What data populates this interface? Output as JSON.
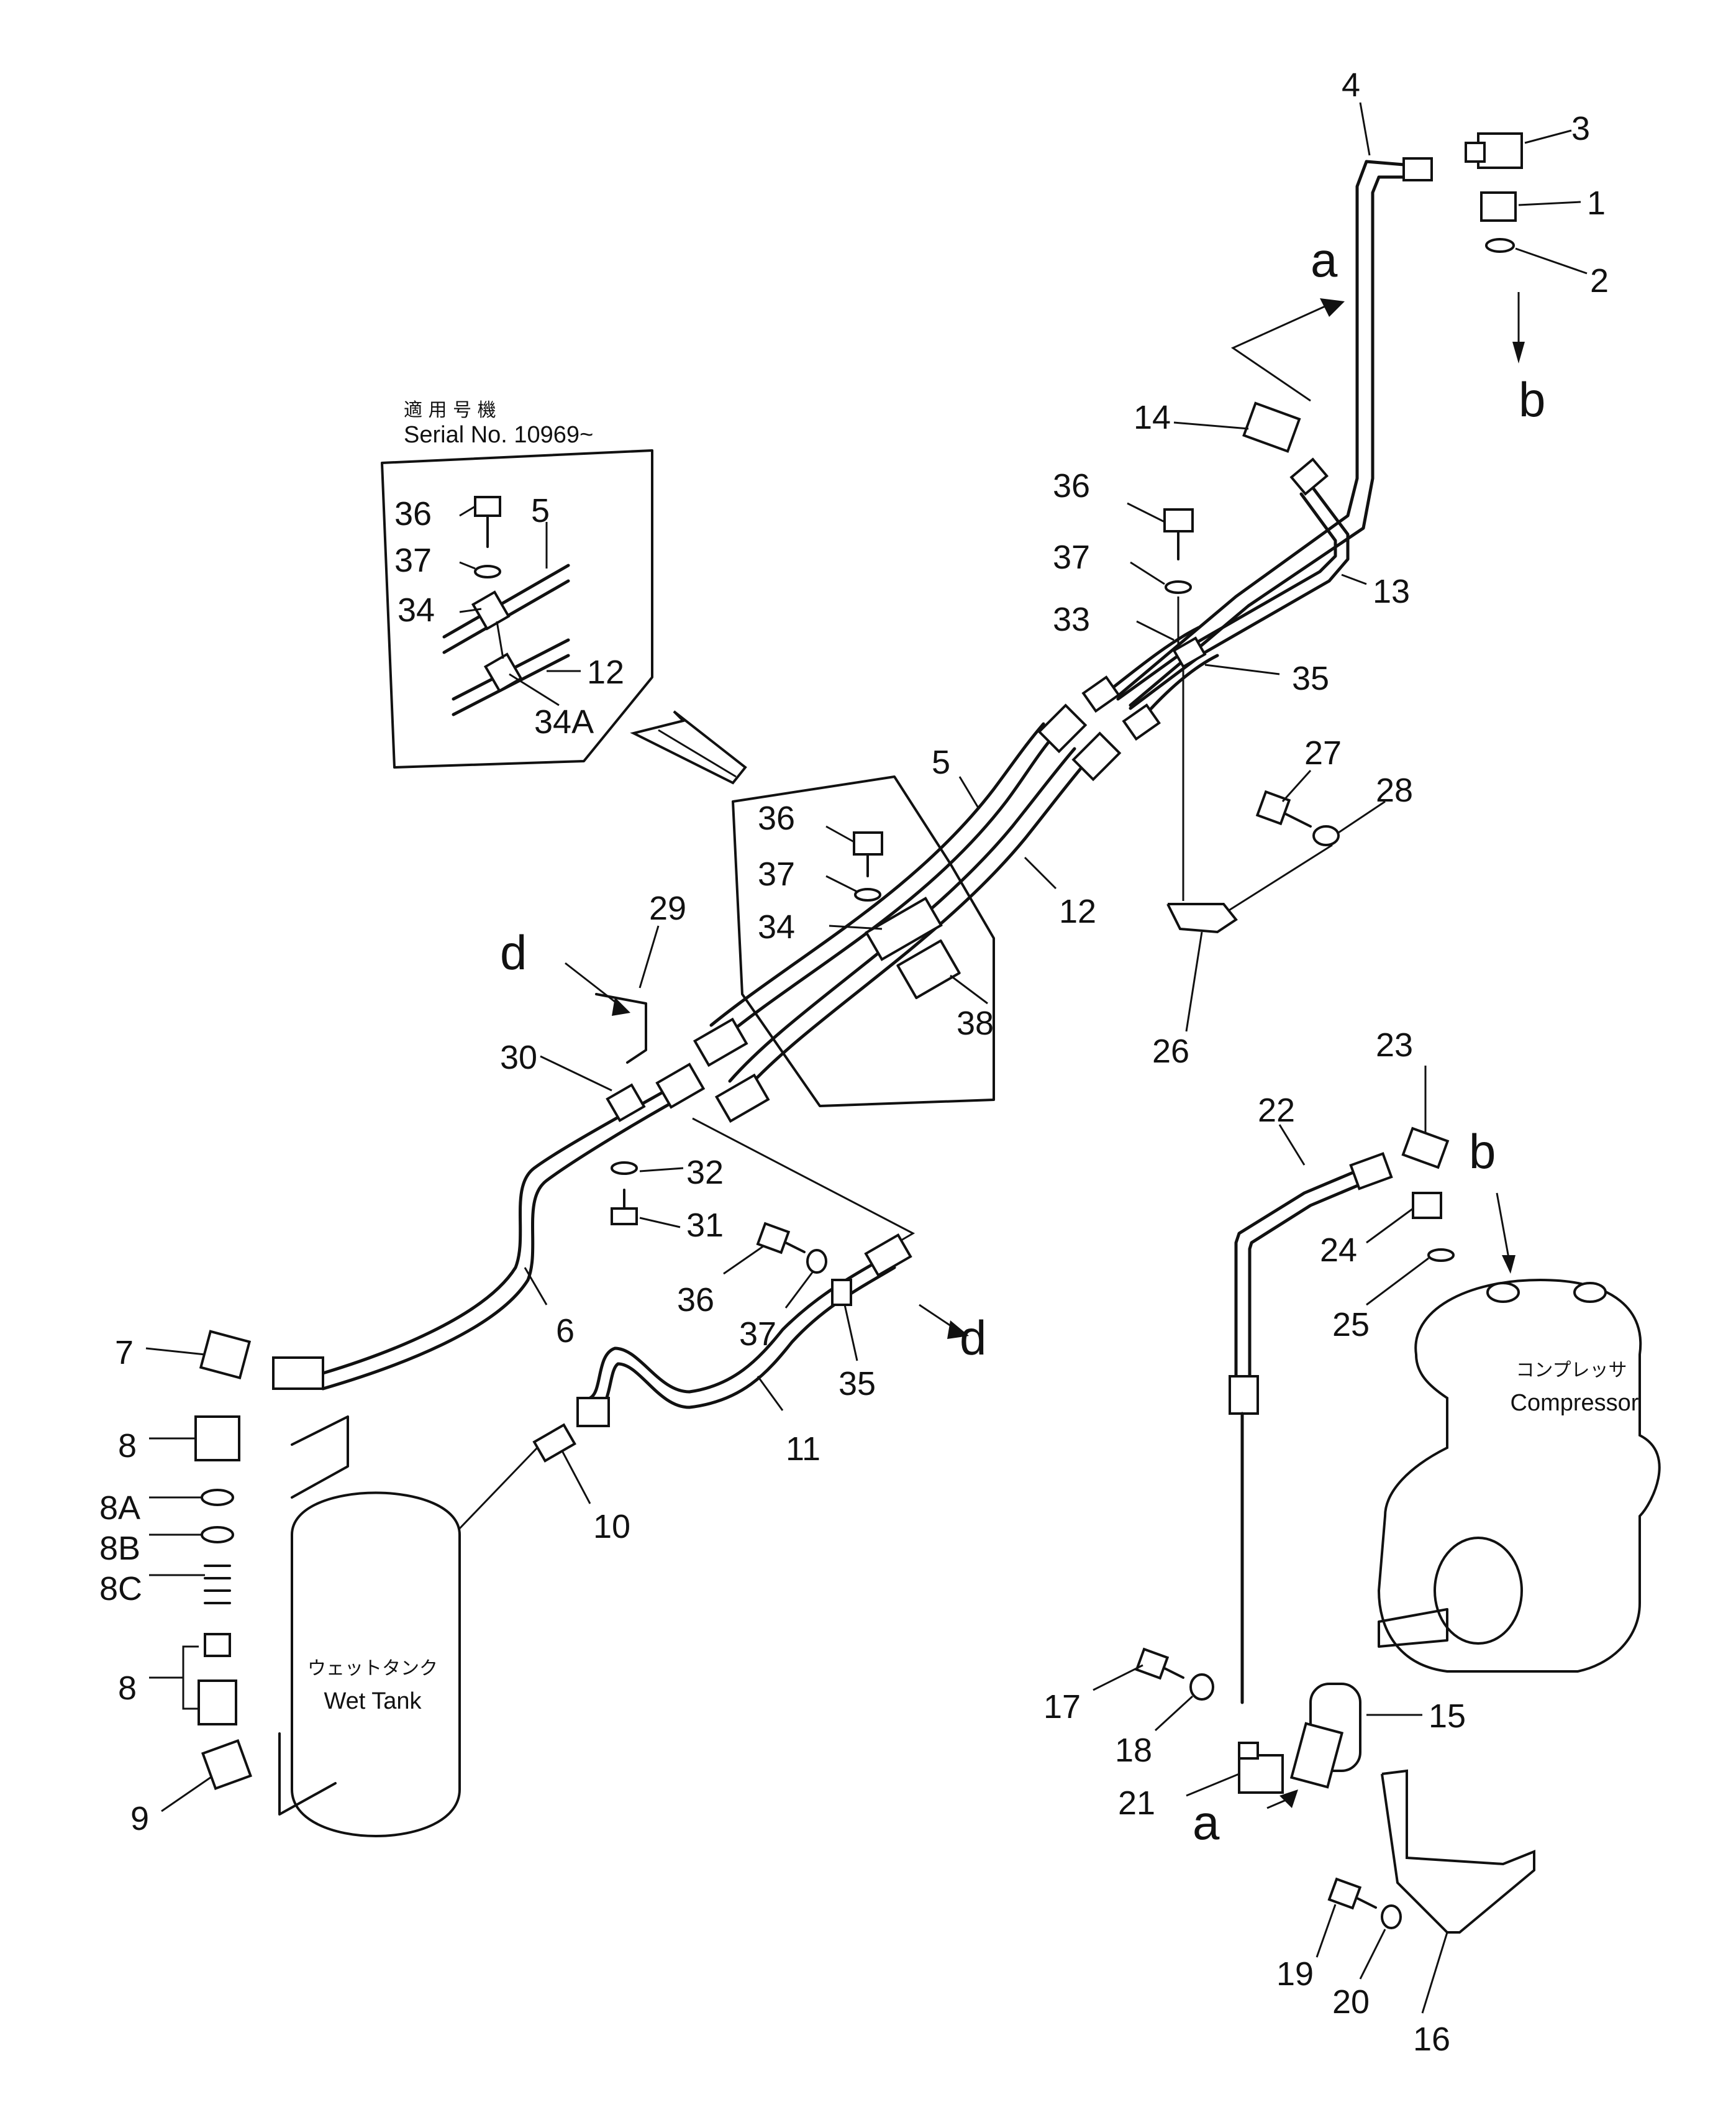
{
  "inset": {
    "serial_jp": "適 用 号 機",
    "serial_no": "Serial No. 10969~"
  },
  "callouts": {
    "a": "a",
    "b": "b",
    "d": "d"
  },
  "components": {
    "compressor_jp": "コンプレッサ",
    "compressor_en": "Compressor",
    "wet_tank_jp": "ウェットタンク",
    "wet_tank_en": "Wet Tank"
  },
  "labels": {
    "p1": "1",
    "p2": "2",
    "p3": "3",
    "p4": "4",
    "p5": "5",
    "p6": "6",
    "p7": "7",
    "p8": "8",
    "p8A": "8A",
    "p8B": "8B",
    "p8C": "8C",
    "p9": "9",
    "p10": "10",
    "p11": "11",
    "p12": "12",
    "p13": "13",
    "p14": "14",
    "p15": "15",
    "p16": "16",
    "p17": "17",
    "p18": "18",
    "p19": "19",
    "p20": "20",
    "p21": "21",
    "p22": "22",
    "p23": "23",
    "p24": "24",
    "p25": "25",
    "p26": "26",
    "p27": "27",
    "p28": "28",
    "p29": "29",
    "p30": "30",
    "p31": "31",
    "p32": "32",
    "p33": "33",
    "p34": "34",
    "p34A": "34A",
    "p35": "35",
    "p36": "36",
    "p37": "37",
    "p38": "38"
  }
}
